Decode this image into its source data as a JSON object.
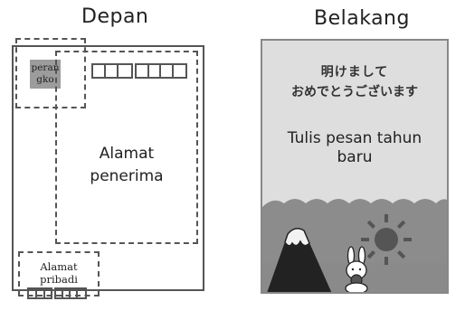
{
  "front": {
    "title": "Depan",
    "stamp_label": "peran\ngko",
    "recipient_label": "Alamat\npenerima",
    "sender_label": "Alamat\npribadi"
  },
  "back": {
    "title": "Belakang",
    "greeting_line1": "明けまして",
    "greeting_line2": "おめでとうございます",
    "message": "Tulis pesan tahun\nbaru"
  },
  "colors": {
    "stamp": "#9c9c9c",
    "sky": "#dcdcdc",
    "sea": "#8c8c8c",
    "sun": "#555555"
  },
  "icons": [
    "stamp-icon",
    "zip-code-box-icon",
    "mount-fuji-icon",
    "sun-icon",
    "rabbit-icon",
    "wave-icon"
  ]
}
